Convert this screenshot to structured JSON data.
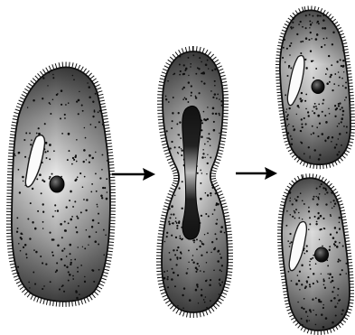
{
  "diagram": {
    "kind": "binary-fission-sequence",
    "stages": [
      "parent-cell",
      "dividing-cell",
      "daughter-cells"
    ],
    "arrow_count": 2,
    "colors": {
      "background": "#ffffff",
      "outline": "#111111",
      "body_dark": "#3a3a3a",
      "body_mid": "#8a8a8a",
      "body_light": "#f2f2f2",
      "nucleus": "#151515",
      "oral_groove": "#fbfbfb",
      "arrow": "#000000"
    }
  }
}
